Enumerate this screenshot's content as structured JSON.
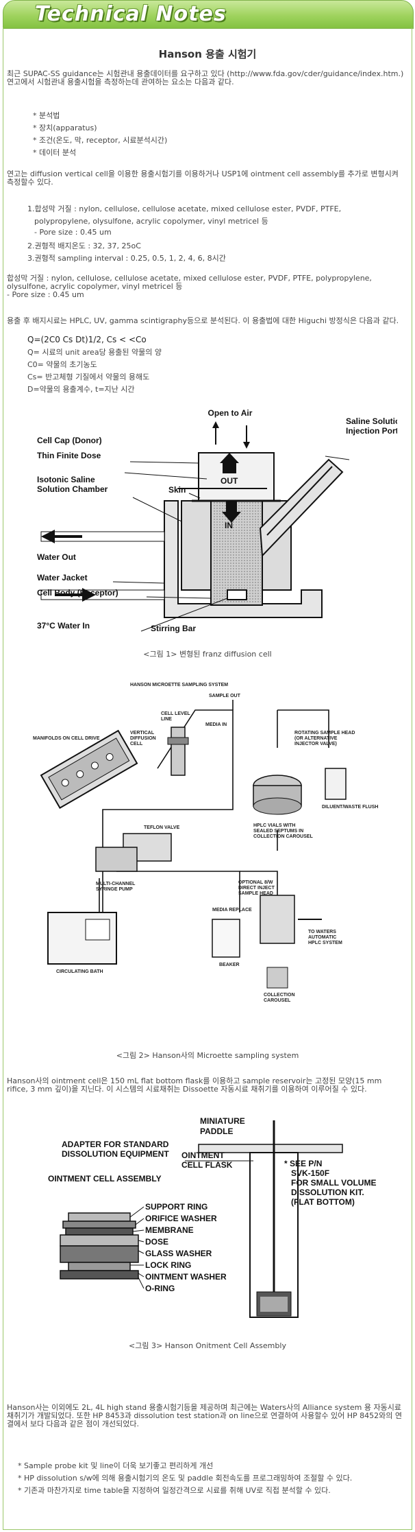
{
  "banner": {
    "title": "Technical Notes"
  },
  "doc": {
    "title": "Hanson 용출 시험기",
    "intro": "최근 SUPAC-SS guidance는 시험관내 용출데이터를 요구하고 있다 (http://www.fda.gov/cder/guidance/index.htm.) 연고에서 시험관내 용출시험을 측정하는데 관여하는 요소는 다음과 같다.",
    "factors": [
      "* 분석법",
      "* 장치(apparatus)",
      "* 조건(온도, 막, receptor, 시료분석시간)",
      "* 데이터 분석"
    ],
    "para2": "연고는 diffusion vertical cell을 이용한 용출시험기를 이용하거나 USP1에 ointment cell assembly를 추가로 변형시켜 측정할수 있다.",
    "list1": [
      "1.합성막 거질 : nylon, cellulose, cellulose acetate, mixed cellulose ester, PVDF, PTFE,",
      "polypropylene, olysulfone, acrylic copolymer, vinyl metricel 등",
      "- Pore size : 0.45 um",
      "2.권형적 배지온도 : 32, 37, 25oC",
      "3.권형적 sampling interval : 0.25, 0.5, 1, 2, 4, 6, 8시간"
    ],
    "para3": "합성막 거질 : nylon, cellulose, cellulose acetate, mixed cellulose ester, PVDF, PTFE, polypropylene, olysulfone, acrylic copolymer, vinyl metricel 등",
    "para3b": "- Pore size : 0.45 um",
    "para4": "용출 후 배지시료는 HPLC, UV, gamma scintigraphy등으로 분석된다. 이 용출법에 대한 Higuchi 방정식은 다음과 같다.",
    "equation": "Q=(2C0 Cs Dt)1/2, Cs < <Co",
    "defs": [
      "Q= 시료의 unit area당 용출된 약물의 양",
      "C0= 약물의 초기농도",
      "Cs= 반고체형 기질에서 약물의 용해도",
      "D=약물의 용출계수, t=지난 시간"
    ],
    "para5": "Hanson사의 ointment cell은 150 mL flat bottom flask를 이용하고 sample reservoir는 고정된 모양(15 mm rifice, 3 mm 깊이)을 지닌다. 이 시스템의 시료채취는 Dissoette 자동시료 채취기를 이용하여 이루어질 수 있다.",
    "para6": "Hanson사는 이외에도 2L, 4L high stand 용출시험기등을 제공하며 최근에는 Waters사의 Alliance system 용 자동시료채취기가 개발되었다. 또한 HP 8453과 dissolution test station과 on line으로 연결하여 사용할수 있어 HP 8452와의 연결에서 보다 다음과 같은 점이 개선되었다.",
    "final_bullets": [
      "* Sample probe kit 및 line이 더욱 보기좋고 편리하게 개선",
      "* HP dissolution s/w에 의해 용출시험기의 온도 및 paddle 회전속도를 프로그래밍하여 조절할 수 있다.",
      "* 기존과 마찬가지로 time table을 지정하여 일정간격으로 시료를 취해 UV로 직접 분석할 수 있다."
    ]
  },
  "figure1": {
    "caption": "<그림 1> 변형된 franz diffusion cell",
    "labels": {
      "open_to_air": "Open to Air",
      "saline_port_1": "Saline Solution",
      "saline_port_2": "Injection Port",
      "cell_cap": "Cell Cap (Donor)",
      "thin_dose": "Thin Finite Dose",
      "out": "OUT",
      "skin": "Skin",
      "isotonic_1": "Isotonic Saline",
      "isotonic_2": "Solution Chamber",
      "in": "IN",
      "water_out": "Water Out",
      "water_jacket": "Water Jacket",
      "cell_body": "Cell Body (Receptor)",
      "water_in": "37°C Water In",
      "stirring_bar": "Stirring Bar"
    }
  },
  "figure2": {
    "caption": "<그림 2> Hanson사의 Microette sampling system",
    "labels": {
      "title": "HANSON MICROETTE SAMPLING SYSTEM",
      "cell_level_1": "CELL LEVEL",
      "cell_level_2": "LINE",
      "sample_out": "SAMPLE OUT",
      "media_in": "MEDIA IN",
      "vertical_1": "VERTICAL",
      "vertical_2": "DIFFUSION",
      "vertical_3": "CELL",
      "manifolds": "MANIFOLDS ON CELL DRIVE",
      "rotating_1": "ROTATING SAMPLE HEAD",
      "rotating_2": "(OR ALTERNATIVE",
      "rotating_3": "INJECTOR VALVE)",
      "teflon": "TEFLON VALVE",
      "hplc_1": "HPLC VIALS WITH",
      "hplc_2": "SEALED SEPTUMS IN",
      "hplc_3": "COLLECTION CAROUSEL",
      "diluent": "DILUENT/WASTE FLUSH",
      "pump_1": "MULTI-CHANNEL",
      "pump_2": "SYRINGE PUMP",
      "optional_1": "OPTIONAL 8/W",
      "optional_2": "DIRECT INJECT",
      "optional_3": "SAMPLE HEAD",
      "media_replace_1": "MEDIA REPLACE",
      "media_replace_2": "BEAKER",
      "circulating": "CIRCULATING BATH",
      "waters_1": "TO WATERS",
      "waters_2": "AUTOMATIC",
      "waters_3": "HPLC SYSTEM",
      "collection_1": "COLLECTION",
      "collection_2": "CAROUSEL"
    }
  },
  "figure3": {
    "caption": "<그림 3> Hanson Onitment Cell Assembly",
    "labels": {
      "miniature_1": "MINIATURE",
      "miniature_2": "PADDLE",
      "adapter_1": "ADAPTER FOR STANDARD",
      "adapter_2": "DISSOLUTION EQUIPMENT",
      "ointment_flask_1": "OINTMENT",
      "ointment_flask_2": "CELL FLASK",
      "see_1": "* SEE P/N",
      "see_2": "SVK-150F",
      "see_3": "FOR SMALL VOLUME",
      "see_4": "DISSOLUTION KIT.",
      "see_5": "(FLAT BOTTOM)",
      "assembly": "OINTMENT CELL ASSEMBLY",
      "parts": [
        "SUPPORT RING",
        "ORIFICE WASHER",
        "MEMBRANE",
        "DOSE",
        "GLASS WASHER",
        "LOCK RING",
        "OINTMENT WASHER",
        "O-RING"
      ]
    }
  }
}
